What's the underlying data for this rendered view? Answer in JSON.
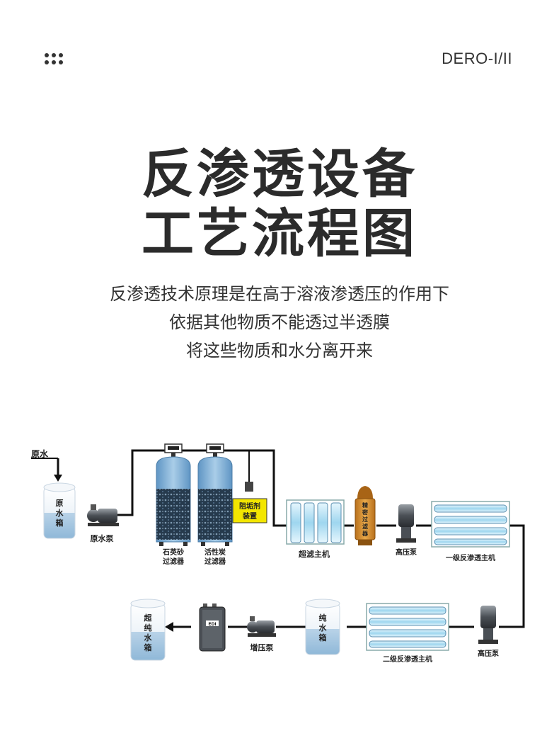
{
  "header": {
    "menu_icon": "grid-dots-icon",
    "brand": "DERO-I/II"
  },
  "title": {
    "line1": "反渗透设备",
    "line2": "工艺流程图"
  },
  "description": {
    "line1": "反渗透技术原理是在高于溶液渗透压的作用下",
    "line2": "依据其他物质不能透过半透膜",
    "line3": "将这些物质和水分离开来"
  },
  "diagram": {
    "raw_water_inlet": "原水",
    "raw_water_tank": [
      "原",
      "水",
      "箱"
    ],
    "raw_water_pump": "原水泵",
    "sand_filter": [
      "石英砂",
      "过滤器"
    ],
    "carbon_filter": [
      "活性炭",
      "过滤器"
    ],
    "antiscalant": [
      "阻垢剂",
      "装置"
    ],
    "uf_unit": "超滤主机",
    "precision_filter": [
      "精",
      "密",
      "过",
      "滤",
      "器"
    ],
    "hp_pump_1": "高压泵",
    "ro1_unit": "一级反渗透主机",
    "hp_pump_2": "高压泵",
    "ro2_unit": "二级反渗透主机",
    "pure_water_tank": [
      "纯",
      "水",
      "箱"
    ],
    "booster_pump": "增压泵",
    "edi_badge": "EDI",
    "ultra_pure_tank": [
      "超",
      "纯",
      "水",
      "箱"
    ],
    "colors": {
      "pipe": "#111111",
      "tank_blue": "#8fb8d8",
      "filter_blue": "#7fb0d8",
      "media": "#263a4d",
      "antiscalant_yellow": "#f3e600",
      "precision_filter": "#d8902a",
      "membrane_tube": "#b8e0f0"
    }
  }
}
